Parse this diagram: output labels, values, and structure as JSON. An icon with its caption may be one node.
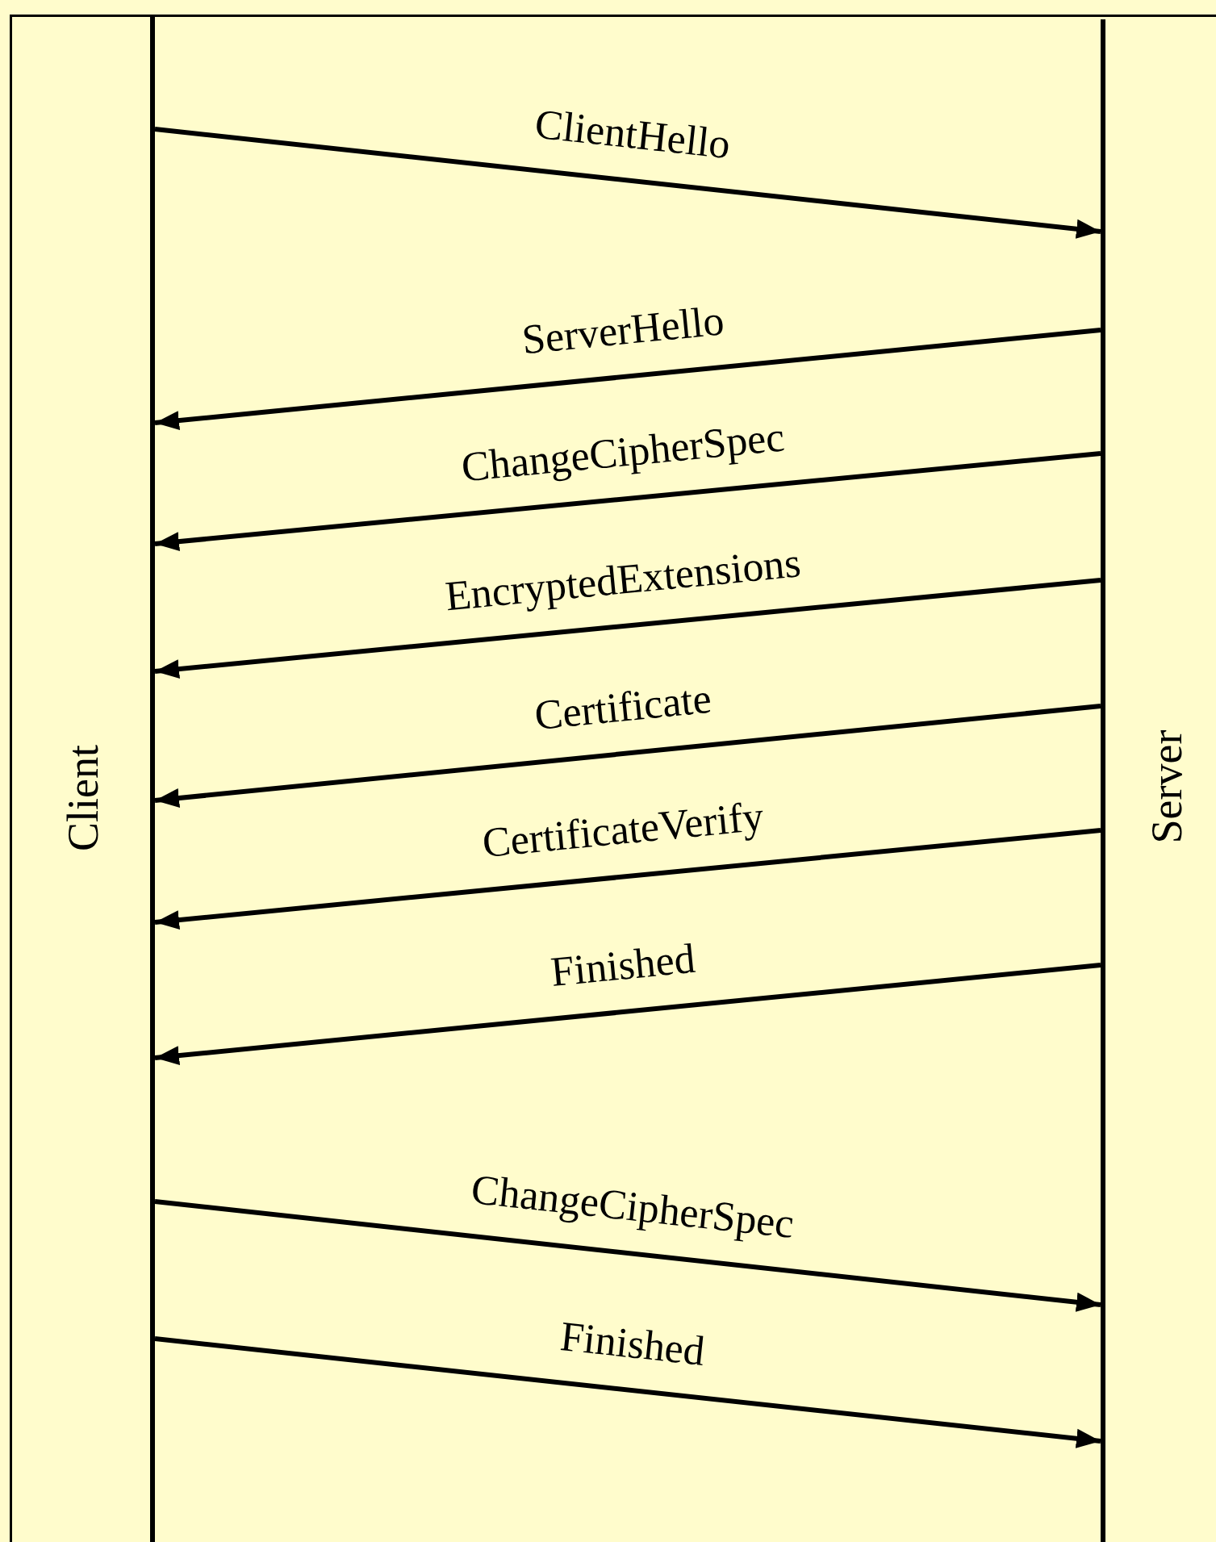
{
  "diagram": {
    "nodes": [
      {
        "text": [
          "Client"
        ]
      },
      {
        "text": [
          "Server"
        ]
      }
    ],
    "edges": [
      {
        "from": 0,
        "to": 1,
        "arrow": "to",
        "label": "ClientHello"
      },
      {
        "from": 1,
        "to": 0,
        "arrow": "to",
        "label": "ServerHello"
      },
      {
        "from": 1,
        "to": 0,
        "arrow": "to",
        "label": "ChangeCipherSpec"
      },
      {
        "from": 1,
        "to": 0,
        "arrow": "to",
        "label": "EncryptedExtensions"
      },
      {
        "from": 1,
        "to": 0,
        "arrow": "to",
        "label": "Certificate"
      },
      {
        "from": 1,
        "to": 0,
        "arrow": "to",
        "label": "CertificateVerify"
      },
      {
        "from": 1,
        "to": 0,
        "arrow": "to",
        "label": "Finished"
      },
      {
        "from": 0,
        "to": 1,
        "arrow": "to",
        "label": "ChangeCipherSpec"
      },
      {
        "from": 0,
        "to": 1,
        "arrow": "to",
        "label": "Finished"
      }
    ]
  }
}
